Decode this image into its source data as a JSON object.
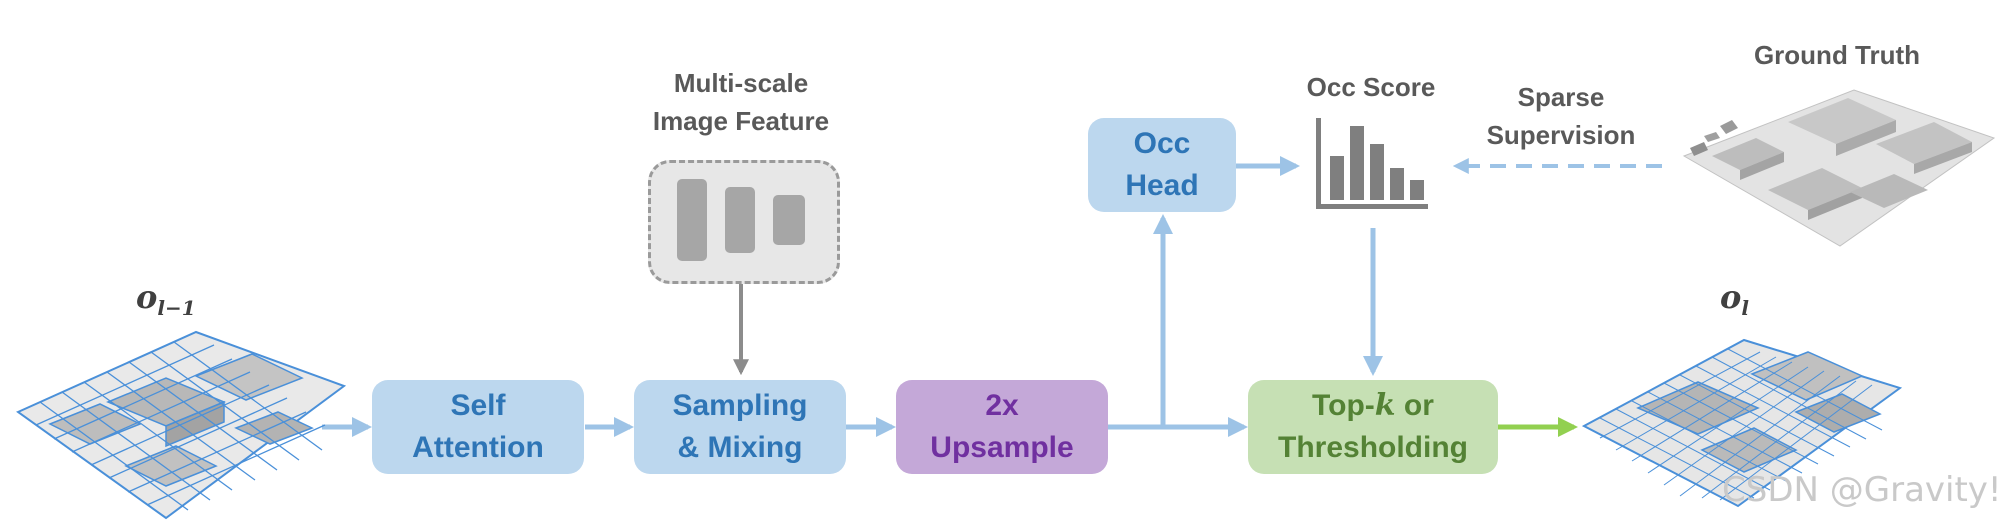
{
  "inputs": {
    "prev_label": {
      "base": "o",
      "sub": "l−1"
    },
    "next_label": {
      "base": "o",
      "sub": "l"
    }
  },
  "blocks": {
    "self_attention": {
      "line1": "Self",
      "line2": "Attention"
    },
    "sampling_mixing": {
      "line1": "Sampling",
      "line2": "& Mixing"
    },
    "upsample": {
      "line1": "2x",
      "line2": "Upsample"
    },
    "occ_head": {
      "line1": "Occ",
      "line2": "Head"
    },
    "topk": {
      "line1_pre": "Top-",
      "line1_var": "k",
      "line1_post": " or",
      "line2": "Thresholding"
    }
  },
  "labels": {
    "multiscale_line1": "Multi-scale",
    "multiscale_line2": "Image Feature",
    "occ_score": "Occ Score",
    "sparse_line1": "Sparse",
    "sparse_line2": "Supervision",
    "ground_truth": "Ground Truth"
  },
  "watermark": "CSDN @Gravity!",
  "colors": {
    "arrow_blue": "#9dc3e6",
    "arrow_green": "#92d050",
    "arrow_gray": "#8c8c8c",
    "voxel_wire": "#4a90d9"
  },
  "icons": {
    "occ_score": "bar-chart-icon",
    "voxel_grid": "voxel-grid-icon",
    "ground_truth_scene": "voxel-scene-icon"
  }
}
